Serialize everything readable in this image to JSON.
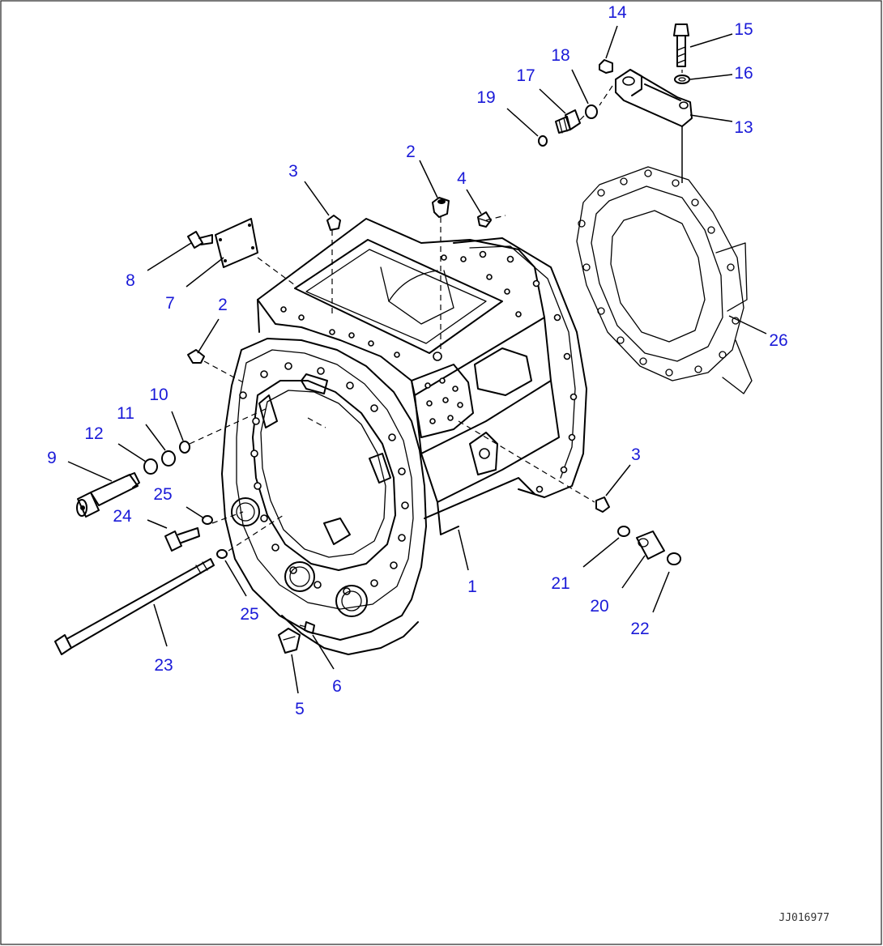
{
  "diagram": {
    "drawing_code": "JJ016977",
    "callouts": [
      {
        "id": "c14",
        "label": "14"
      },
      {
        "id": "c15",
        "label": "15"
      },
      {
        "id": "c16",
        "label": "16"
      },
      {
        "id": "c13",
        "label": "13"
      },
      {
        "id": "c18",
        "label": "18"
      },
      {
        "id": "c17",
        "label": "17"
      },
      {
        "id": "c19",
        "label": "19"
      },
      {
        "id": "c2a",
        "label": "2"
      },
      {
        "id": "c3a",
        "label": "3"
      },
      {
        "id": "c4",
        "label": "4"
      },
      {
        "id": "c26",
        "label": "26"
      },
      {
        "id": "c8",
        "label": "8"
      },
      {
        "id": "c7",
        "label": "7"
      },
      {
        "id": "c2b",
        "label": "2"
      },
      {
        "id": "c10",
        "label": "10"
      },
      {
        "id": "c11",
        "label": "11"
      },
      {
        "id": "c12",
        "label": "12"
      },
      {
        "id": "c9",
        "label": "9"
      },
      {
        "id": "c25a",
        "label": "25"
      },
      {
        "id": "c24",
        "label": "24"
      },
      {
        "id": "c3b",
        "label": "3"
      },
      {
        "id": "c1",
        "label": "1"
      },
      {
        "id": "c21",
        "label": "21"
      },
      {
        "id": "c20",
        "label": "20"
      },
      {
        "id": "c22",
        "label": "22"
      },
      {
        "id": "c25b",
        "label": "25"
      },
      {
        "id": "c23",
        "label": "23"
      },
      {
        "id": "c6",
        "label": "6"
      },
      {
        "id": "c5",
        "label": "5"
      }
    ]
  }
}
